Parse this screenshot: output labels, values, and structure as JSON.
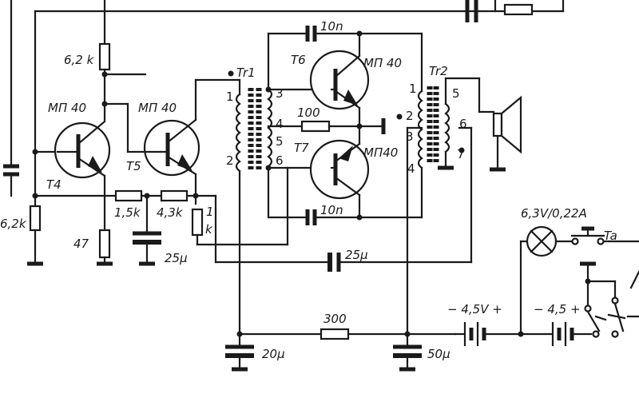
{
  "labels": {
    "r_6k2_top": "6,2 k",
    "r_6k2_left": "6,2k",
    "r_47": "47",
    "r_1k5": "1,5k",
    "r_4k3": "4,3k",
    "r_1k_a": "1",
    "r_1k_b": "k",
    "r_100": "100",
    "r_300": "300",
    "c_25u_a": "25μ",
    "c_25u_b": "25μ",
    "c_10n_top": "10n",
    "c_10n_bot": "10n",
    "c_20u": "20μ",
    "c_50u": "50μ",
    "t4_type": "МП 40",
    "t5_type": "МП 40",
    "t6_type": "МП 40",
    "t7_type": "МП40",
    "t4": "T4",
    "t5": "T5",
    "t6": "T6",
    "t7": "T7",
    "tr1": "Tr1",
    "tr2": "Tr2",
    "lamp": "6,3V/0,22A",
    "key": "Ta",
    "bat1": "− 4,5V +",
    "bat2": "− 4,5 +"
  },
  "tr1_pins": [
    "1",
    "2",
    "3",
    "4",
    "5",
    "6"
  ],
  "tr2_pins": [
    "1",
    "2",
    "3",
    "4",
    "5",
    "6",
    "7"
  ]
}
